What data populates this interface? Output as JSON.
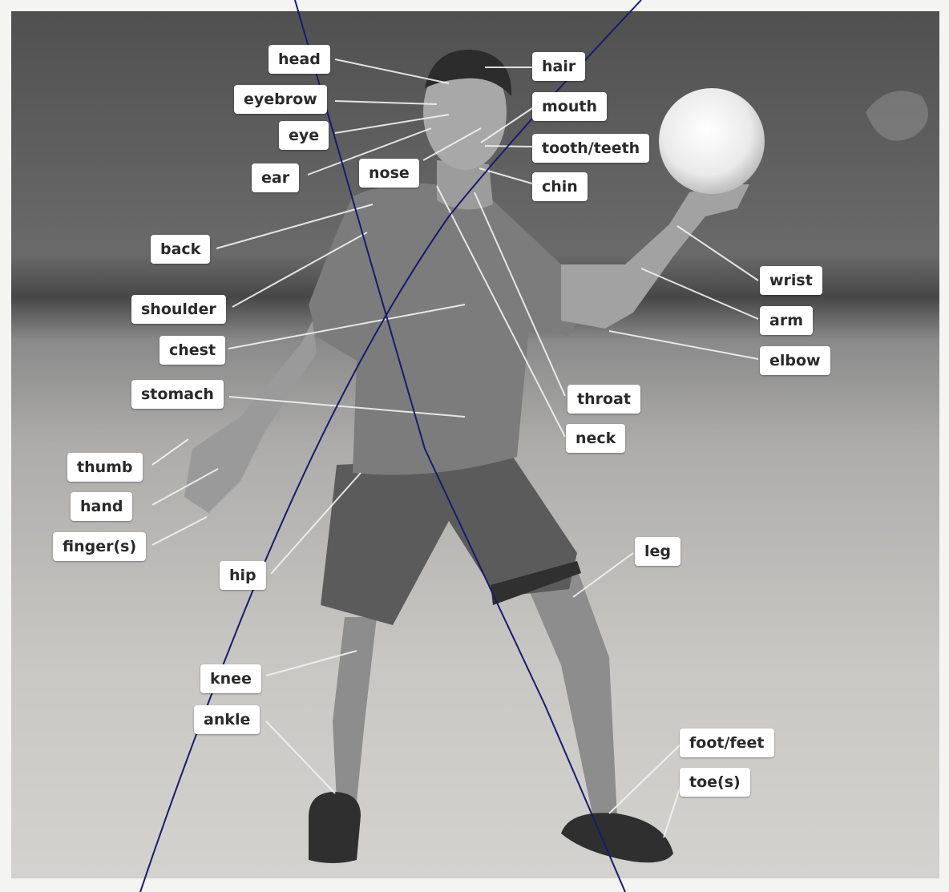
{
  "labels": {
    "head": "head",
    "eyebrow": "eyebrow",
    "eye": "eye",
    "ear": "ear",
    "nose": "nose",
    "hair": "hair",
    "mouth": "mouth",
    "tooth_teeth": "tooth/teeth",
    "chin": "chin",
    "back": "back",
    "shoulder": "shoulder",
    "chest": "chest",
    "stomach": "stomach",
    "thumb": "thumb",
    "hand": "hand",
    "fingers": "finger(s)",
    "hip": "hip",
    "wrist": "wrist",
    "arm": "arm",
    "elbow": "elbow",
    "throat": "throat",
    "neck": "neck",
    "leg": "leg",
    "knee": "knee",
    "ankle": "ankle",
    "foot_feet": "foot/feet",
    "toes": "toe(s)"
  },
  "colors": {
    "sky_top": "#4d4d4d",
    "sea_band": "#5a5a5a",
    "sand": "#c6c4bf",
    "label_bg": "#ffffff",
    "label_text": "#2a2a2a",
    "pen_line": "#1a1a6e"
  }
}
